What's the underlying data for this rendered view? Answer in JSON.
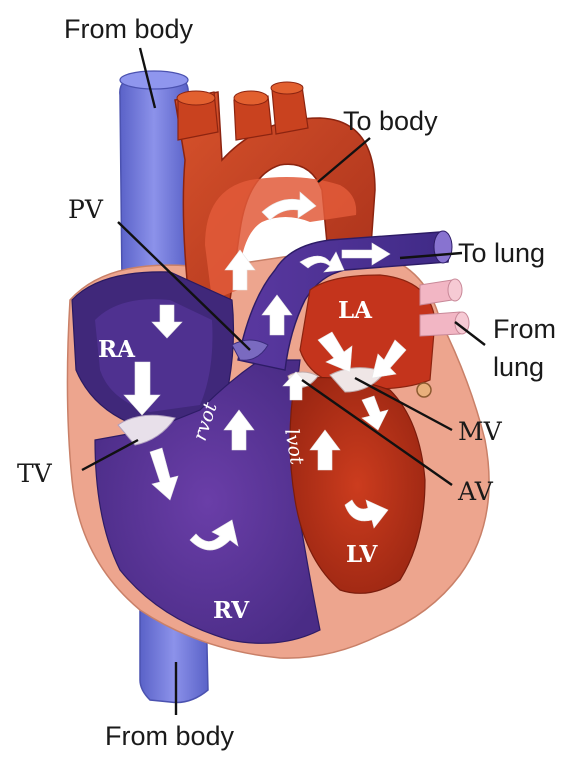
{
  "labels": {
    "from_body_top": "From body",
    "to_body": "To body",
    "to_lung": "To lung",
    "from_lung_1": "From",
    "from_lung_2": "lung",
    "pv": "PV",
    "mv": "MV",
    "tv": "TV",
    "av": "AV",
    "from_body_bottom": "From body"
  },
  "chambers": {
    "ra": "RA",
    "la": "LA",
    "rv": "RV",
    "lv": "LV",
    "rvot": "rvot",
    "lvot": "lvot"
  },
  "colors": {
    "vein_blue": "#6f78d8",
    "aorta_red": "#c8401e",
    "ra_purple": "#4a2d8a",
    "rv_purple": "#5a3496",
    "lv_red": "#b8341a",
    "muscle_pink": "#eda58e",
    "pink_vessel": "#f2b6c4"
  }
}
